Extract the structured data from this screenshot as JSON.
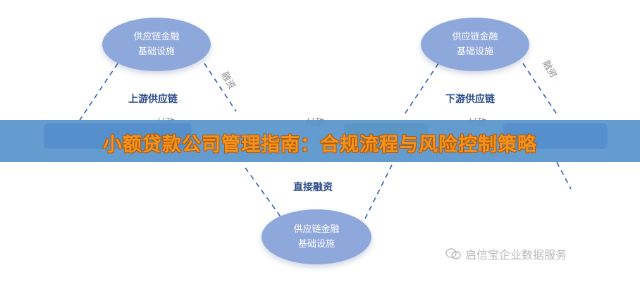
{
  "nodes": {
    "top_left": [
      "供应链金融",
      "基础设施"
    ],
    "top_right": [
      "供应链金融",
      "基础设施"
    ],
    "bottom": [
      "供应链金融",
      "基础设施"
    ]
  },
  "labels": {
    "upstream": "上游供应链",
    "downstream": "下游供应链",
    "direct_financing": "直接融资",
    "financing_left": "融资",
    "financing_right": "融资",
    "payment_1": "付款",
    "payment_2": "付款",
    "payment_3": "付款"
  },
  "banner": {
    "title": "小额贷款公司管理指南：合规流程与风险控制策略"
  },
  "watermark": {
    "text": "启信宝企业数据服务",
    "icon": "wechat-icon"
  },
  "colors": {
    "node": "#8fa8dc",
    "dashed_line": "#2f5fb0",
    "banner": "#5894cc",
    "title": "#f2931f",
    "box_blue": "#3f66c4",
    "box_green": "#8ab36a"
  }
}
